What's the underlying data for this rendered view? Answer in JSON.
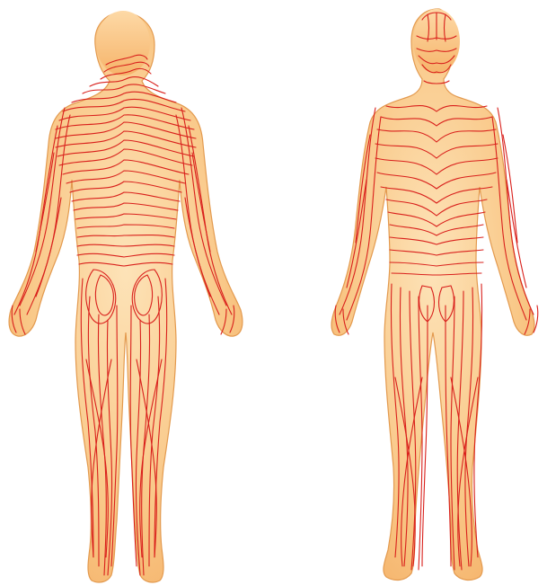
{
  "figures": [
    {
      "id": "back",
      "view": "posterior"
    },
    {
      "id": "front",
      "view": "anterior"
    }
  ],
  "colors": {
    "skin_light": "#fde0b2",
    "skin_mid": "#f8c07a",
    "skin_dark": "#f0a04e",
    "outline": "#e39a4f",
    "lines": "#d9201c"
  }
}
